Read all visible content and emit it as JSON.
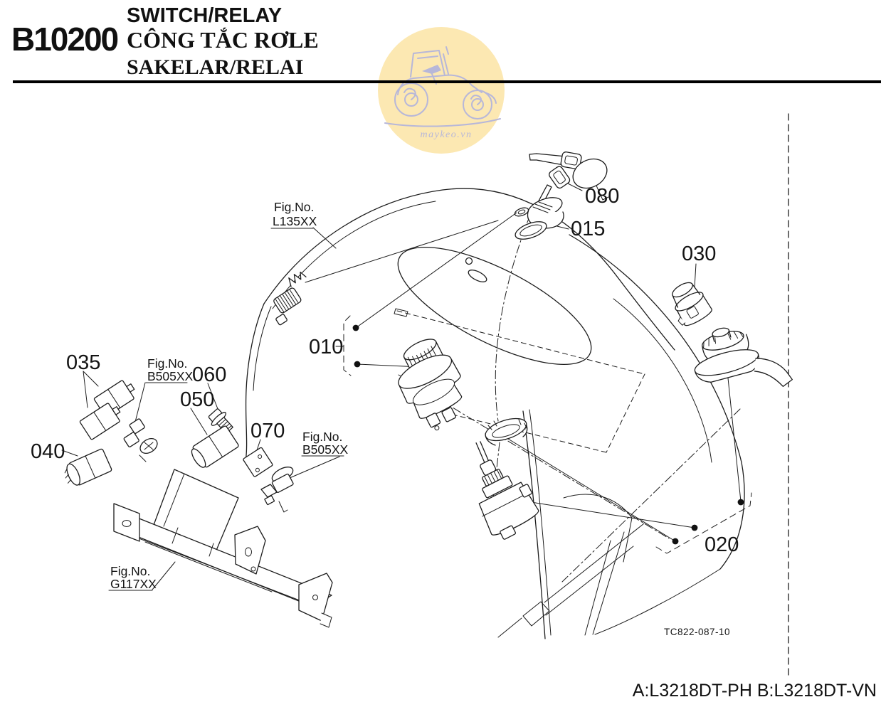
{
  "header": {
    "section_code": "B10200",
    "title_en": "SWITCH/RELAY",
    "title_vi": "CÔNG TẮC RƠLE",
    "title_id": "SAKELAR/RELAI"
  },
  "watermark": {
    "site": "maykeo.vn",
    "circle_color": "#fce8b2",
    "stroke_color": "#b7b7d9"
  },
  "diagram": {
    "callouts": [
      {
        "ref": "010"
      },
      {
        "ref": "015"
      },
      {
        "ref": "020"
      },
      {
        "ref": "030"
      },
      {
        "ref": "035"
      },
      {
        "ref": "040"
      },
      {
        "ref": "050"
      },
      {
        "ref": "060"
      },
      {
        "ref": "070"
      },
      {
        "ref": "080"
      }
    ],
    "fig_refs": [
      {
        "label": "Fig.No.",
        "code": "L135XX"
      },
      {
        "label": "Fig.No.",
        "code": "B505XX"
      },
      {
        "label": "Fig.No.",
        "code": "B505XX"
      },
      {
        "label": "Fig.No.",
        "code": "G117XX"
      }
    ],
    "drawing_number": "TC822-087-10"
  },
  "footer": {
    "applicability": "A:L3218DT-PH B:L3218DT-VN"
  }
}
